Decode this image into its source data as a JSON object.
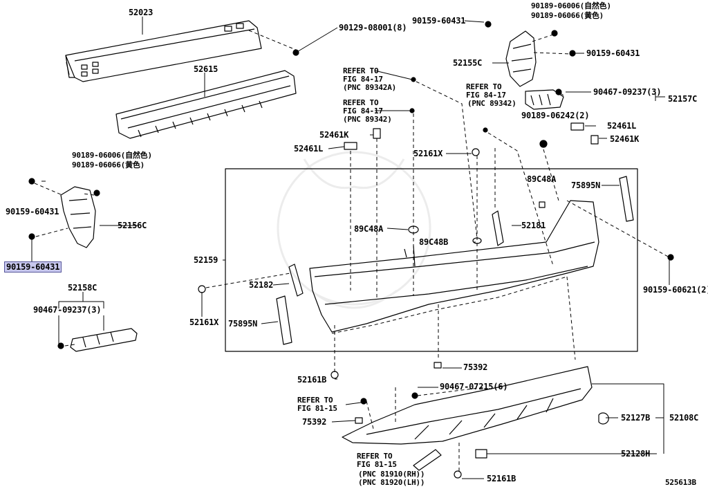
{
  "diagram_code": "525613B",
  "labels": {
    "p52023": "52023",
    "p52615": "52615",
    "p90129": "90129-08001(8)",
    "p90159a": "90159-60431",
    "p90189_06006a": "90189-06006(自然色)",
    "p90189_06066a": "90189-06066(黄色)",
    "p52155C": "52155C",
    "p90159b": "90159-60431",
    "ref1a": "REFER TO",
    "ref1b": "FIG 84-17",
    "ref1c": "(PNC 89342A)",
    "ref2a": "REFER TO",
    "ref2b": "FIG 84-17",
    "ref2c": "(PNC 89342)",
    "ref3a": "REFER TO",
    "ref3b": "FIG 84-17",
    "ref3c": "(PNC 89342)",
    "p90467a": "90467-09237(3)",
    "p52157C": "52157C",
    "p90189_06242": "90189-06242(2)",
    "p52461L_a": "52461L",
    "p52461K_a": "52461K",
    "p52461K_b": "52461K",
    "p52461L_b": "52461L",
    "p52161X_a": "52161X",
    "p90189_06006b": "90189-06006(自然色)",
    "p90189_06066b": "90189-06066(黄色)",
    "p89C48A_a": "89C48A",
    "p75895N_a": "75895N",
    "p90159c": "90159-60431",
    "p52156C": "52156C",
    "p89C48A_b": "89C48A",
    "p52181": "52181",
    "p90159d": "90159-60431",
    "p89C48B": "89C48B",
    "p52159": "52159",
    "p90159_60621": "90159-60621(2)",
    "p52158C": "52158C",
    "p52182": "52182",
    "p90467b": "90467-09237(3)",
    "p52161X_b": "52161X",
    "p75895N_b": "75895N",
    "p75392a": "75392",
    "p52161B_a": "52161B",
    "p90467_07215": "90467-07215(6)",
    "ref4a": "REFER TO",
    "ref4b": "FIG 81-15",
    "p75392b": "75392",
    "p52127B": "52127B",
    "p52108C": "52108C",
    "p52128H": "52128H",
    "ref5a": "REFER TO",
    "ref5b": "FIG 81-15",
    "ref5c": "(PNC 81910(RH))",
    "ref5d": "(PNC 81920(LH))",
    "p52161B_b": "52161B"
  }
}
